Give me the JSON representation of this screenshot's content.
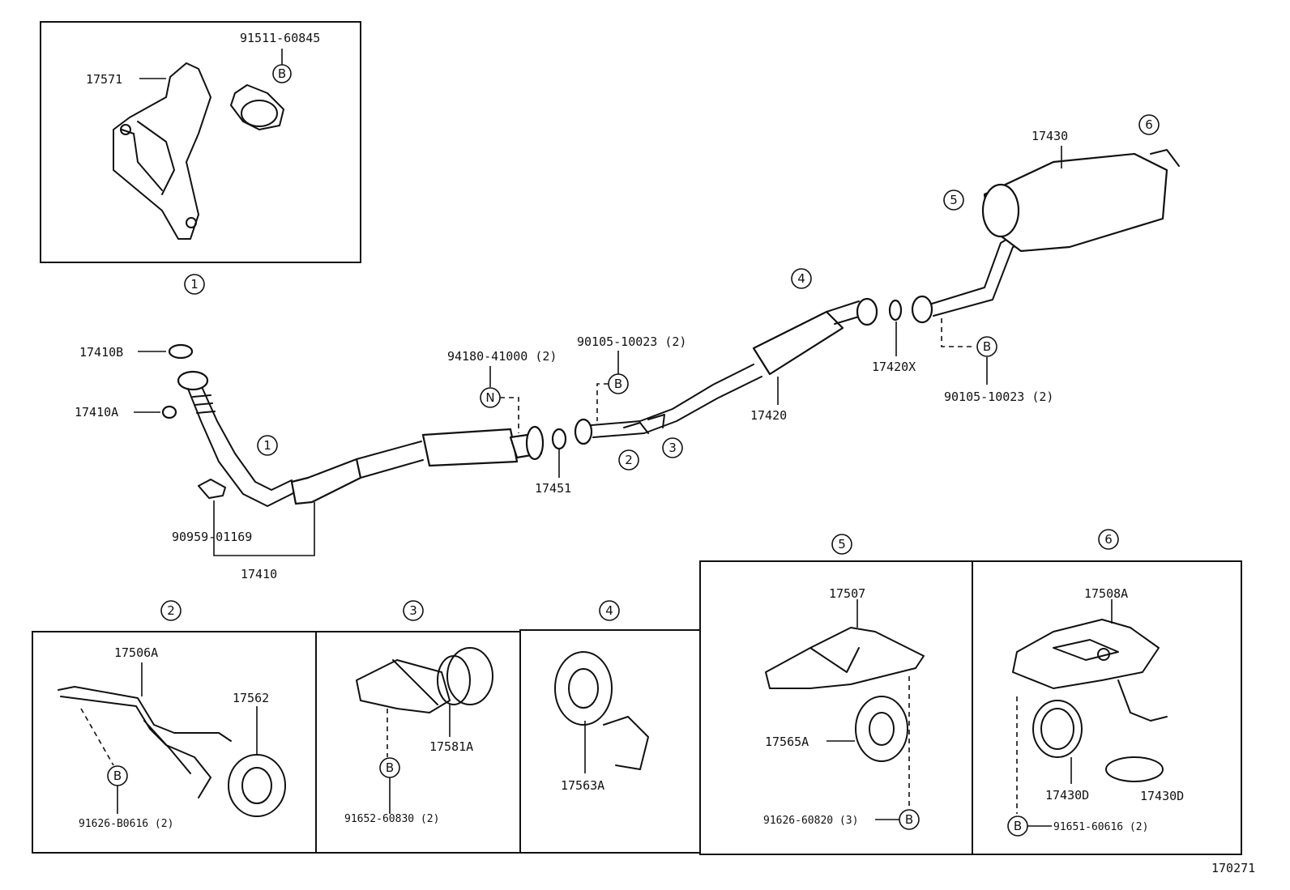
{
  "diagram": {
    "sheet_number": "170271",
    "main_labels": {
      "p17410B": "17410B",
      "p17410A": "17410A",
      "p90959": "90959-01169",
      "p17410": "17410",
      "p94180": "94180-41000 (2)",
      "p90105a": "90105-10023 (2)",
      "p17451": "17451",
      "p17420": "17420",
      "p17420X": "17420X",
      "p90105b": "90105-10023 (2)",
      "p17430": "17430"
    },
    "markers": {
      "n1": "1",
      "n2": "2",
      "n3": "3",
      "n4": "4",
      "n5": "5",
      "n6": "6",
      "b": "B",
      "n": "N"
    },
    "inset1": {
      "p17571": "17571",
      "p91511": "91511-60845",
      "marker": "1"
    },
    "inset2": {
      "p17506A": "17506A",
      "p17562": "17562",
      "p91626b": "91626-B0616 (2)",
      "marker": "2"
    },
    "inset3": {
      "p17581A": "17581A",
      "p91652": "91652-60830 (2)",
      "marker": "3"
    },
    "inset4": {
      "p17563A": "17563A",
      "marker": "4"
    },
    "inset5": {
      "p17507": "17507",
      "p17565A": "17565A",
      "p91626": "91626-60820 (3)",
      "marker": "5"
    },
    "inset6": {
      "p17508A": "17508A",
      "p17430D_a": "17430D",
      "p17430D_b": "17430D",
      "p91651": "91651-60616 (2)",
      "marker": "6"
    }
  }
}
